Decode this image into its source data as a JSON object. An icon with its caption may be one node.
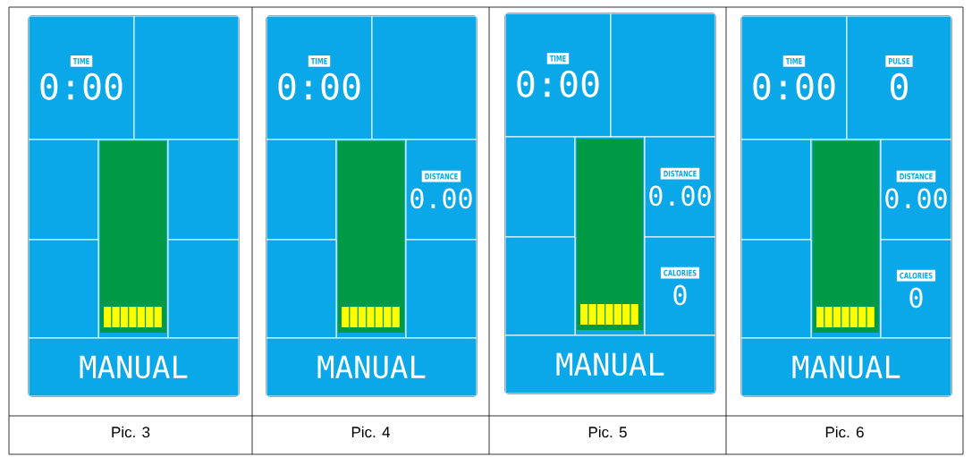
{
  "diagram": {
    "nodes": [
      {
        "text": [],
        "shape": "box",
        "beside": [
          "Pic. 3"
        ]
      },
      {
        "text": [
          "TIME",
          "0:00"
        ],
        "in": 0
      },
      {
        "text": [],
        "shape": "box",
        "in": 0
      },
      {
        "text": [],
        "shape": "box",
        "in": 0
      },
      {
        "text": [],
        "shape": "bar",
        "in": 0
      },
      {
        "text": [],
        "shape": "box",
        "in": 0
      },
      {
        "text": [],
        "shape": "box",
        "in": 0
      },
      {
        "text": [],
        "shape": "box",
        "in": 0
      },
      {
        "text": [
          "MANUAL"
        ],
        "in": 0
      },
      {
        "text": [],
        "shape": "box",
        "beside": [
          "Pic. 4"
        ]
      },
      {
        "text": [
          "TIME",
          "0:00"
        ],
        "in": 9
      },
      {
        "text": [],
        "shape": "box",
        "in": 9
      },
      {
        "text": [],
        "shape": "box",
        "in": 9
      },
      {
        "text": [],
        "shape": "bar",
        "in": 9
      },
      {
        "text": [
          "DISTANCE",
          "0.00"
        ],
        "in": 9
      },
      {
        "text": [],
        "shape": "box",
        "in": 9
      },
      {
        "text": [],
        "shape": "box",
        "in": 9
      },
      {
        "text": [
          "MANUAL"
        ],
        "in": 9
      },
      {
        "text": [],
        "shape": "box",
        "beside": [
          "Pic. 5"
        ]
      },
      {
        "text": [
          "TIME",
          "0:00"
        ],
        "in": 18
      },
      {
        "text": [],
        "shape": "box",
        "in": 18
      },
      {
        "text": [],
        "shape": "box",
        "in": 18
      },
      {
        "text": [],
        "shape": "bar",
        "in": 18
      },
      {
        "text": [
          "DISTANCE",
          "0.00"
        ],
        "in": 18
      },
      {
        "text": [],
        "shape": "box",
        "in": 18
      },
      {
        "text": [
          "CALORIES",
          "0"
        ],
        "in": 18
      },
      {
        "text": [
          "MANUAL"
        ],
        "in": 18
      },
      {
        "text": [],
        "shape": "box",
        "beside": [
          "Pic. 6"
        ]
      },
      {
        "text": [
          "TIME",
          "0:00"
        ],
        "in": 27
      },
      {
        "text": [
          "PULSE",
          "0"
        ],
        "in": 27
      },
      {
        "text": [],
        "shape": "box",
        "in": 27
      },
      {
        "text": [],
        "shape": "bar",
        "in": 27
      },
      {
        "text": [
          "DISTANCE",
          "0.00"
        ],
        "in": 27
      },
      {
        "text": [],
        "shape": "box",
        "in": 27
      },
      {
        "text": [
          "CALORIES",
          "0"
        ],
        "in": 27
      },
      {
        "text": [
          "MANUAL"
        ],
        "in": 27
      }
    ]
  }
}
